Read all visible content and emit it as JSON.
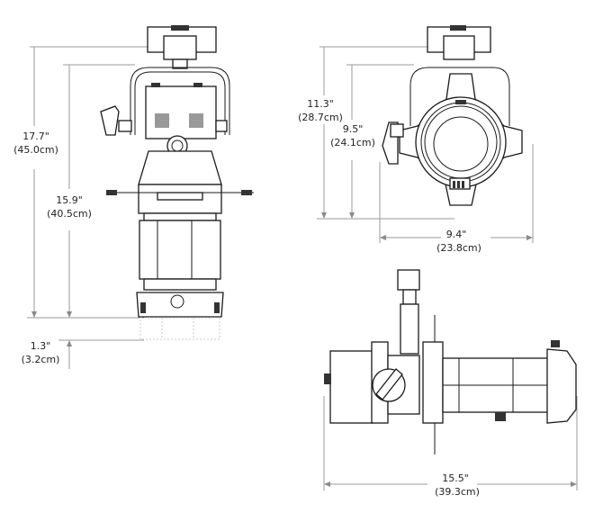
{
  "front_view": {
    "overall_height": {
      "in": "17.7\"",
      "cm": "(45.0cm)"
    },
    "body_height": {
      "in": "15.9\"",
      "cm": "(40.5cm)"
    },
    "clamp_offset": {
      "in": "1.3\"",
      "cm": "(3.2cm)"
    }
  },
  "lens_view": {
    "overall_height": {
      "in": "11.3\"",
      "cm": "(28.7cm)"
    },
    "body_height": {
      "in": "9.5\"",
      "cm": "(24.1cm)"
    },
    "width": {
      "in": "9.4\"",
      "cm": "(23.8cm)"
    }
  },
  "side_view": {
    "length": {
      "in": "15.5\"",
      "cm": "(39.3cm)"
    }
  }
}
